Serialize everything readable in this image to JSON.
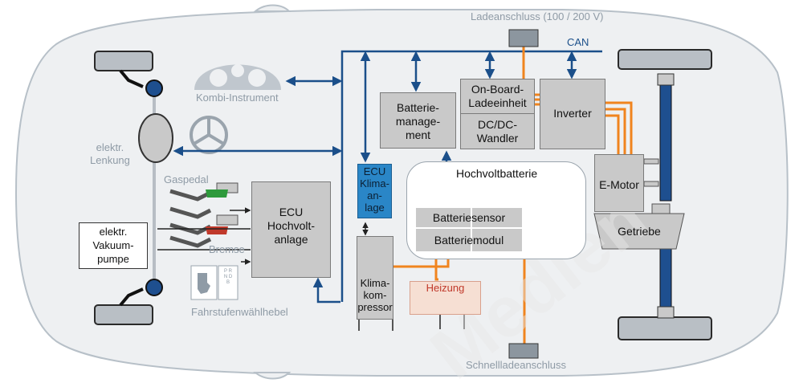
{
  "colors": {
    "car_body": "#eef0f2",
    "car_outline": "#b7c0c8",
    "wheel": "#b9bfc5",
    "component_fill": "#c9c9c9",
    "component_stroke": "#7a7a7a",
    "can_bus": "#1b4f8a",
    "high_voltage": "#f0841e",
    "ecu_ac": "#2a86c7",
    "heating": "#f6dfd3",
    "heating_text": "#c0392b",
    "label_gray": "#8f9ba6",
    "battery_box": "#ffffff",
    "motor_shaft": "#1e4f8f"
  },
  "labels": {
    "charge_port": "Ladeanschluss (100 / 200 V)",
    "can": "CAN",
    "fast_charge_port": "Schnellladeanschluss",
    "instrument_cluster": "Kombi-Instrument",
    "steering": [
      "elektr.",
      "Lenkung"
    ],
    "accelerator": "Gaspedal",
    "brake": "Bremse",
    "vacuum_pump": [
      "elektr.",
      "Vakuum-",
      "pumpe"
    ],
    "gear_selector": "Fahrstufenwählhebel",
    "gear_positions": "P R N D B",
    "ecu_hv": [
      "ECU",
      "Hochvolt-",
      "anlage"
    ],
    "ecu_ac": [
      "ECU",
      "Klima-",
      "an-",
      "lage"
    ],
    "battery_management": [
      "Batterie-",
      "manage-",
      "ment"
    ],
    "onboard_charger": [
      "On-Board-",
      "Ladeeinheit"
    ],
    "dcdc": [
      "DC/DC-",
      "Wandler"
    ],
    "inverter": "Inverter",
    "hv_battery": "Hochvoltbatterie",
    "battery_sensor": "Batteriesensor",
    "battery_module": "Batteriemodul",
    "ac_compressor": [
      "Klima-",
      "kom-",
      "pressor"
    ],
    "heating": "Heizung",
    "emotor": "E-Motor",
    "gearbox": "Getriebe",
    "watermark": "Medien"
  }
}
